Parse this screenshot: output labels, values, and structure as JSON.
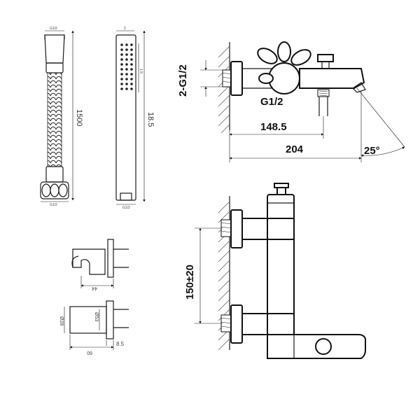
{
  "hose": {
    "length_label": "1500",
    "top_label": "G1/2",
    "bottom_label": "G1/2"
  },
  "hand_shower": {
    "length_label": "18.5",
    "top_label": "2",
    "side_label": "1.5",
    "bottom_label": "G1/2"
  },
  "bracket_side": {
    "width_label": "44"
  },
  "bracket_front": {
    "dia_outer_label": "Ø28",
    "dia_inner_label": "Ø53",
    "width_label": "60",
    "depth_label": "8.5"
  },
  "mixer_top": {
    "inlet_label": "2-G1/2",
    "outlet_label": "G1/2",
    "dim_148": "148.5",
    "dim_204": "204",
    "angle_label": "25°"
  },
  "mixer_front": {
    "spacing_label": "150±20"
  },
  "colors": {
    "line": "#1a1a1a",
    "background": "#ffffff"
  }
}
